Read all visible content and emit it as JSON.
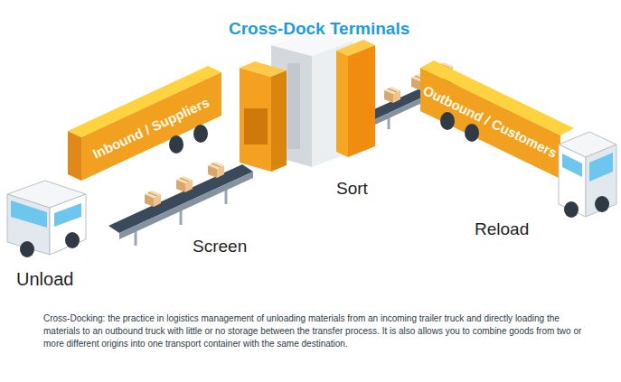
{
  "diagram": {
    "title": "Cross-Dock Terminals",
    "caption": "Cross-Docking: the practice in logistics management of unloading materials from an incoming trailer truck and directly loading the materials to an outbound truck with little or no storage between the transfer process. It is also allows you to combine goods from two or more different origins into one transport container with the same destination.",
    "labels": [
      "Inbound / Suppliers",
      "Outbound / Customers",
      "Sort",
      "Screen",
      "Unload",
      "Reload"
    ]
  }
}
